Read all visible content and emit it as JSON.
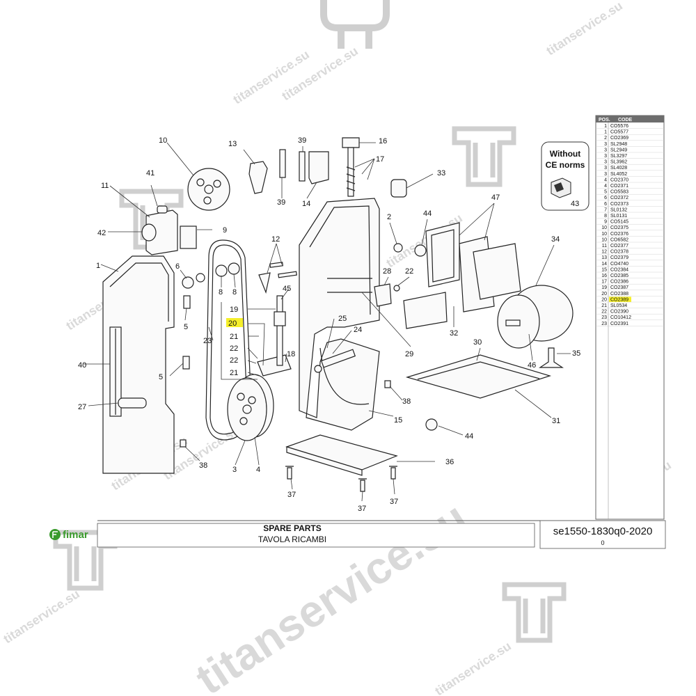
{
  "callouts": {
    "n1": "1",
    "n2": "2",
    "n3": "3",
    "n4": "4",
    "n5a": "5",
    "n5b": "5",
    "n6": "6",
    "n8a": "8",
    "n8b": "8",
    "n9": "9",
    "n10": "10",
    "n11": "11",
    "n12": "12",
    "n13": "13",
    "n14": "14",
    "n15": "15",
    "n16": "16",
    "n17": "17",
    "n18": "18",
    "n19": "19",
    "n20": "20",
    "n21a": "21",
    "n21b": "21",
    "n22a": "22",
    "n22b": "22",
    "n22c": "22",
    "n23": "23",
    "n24": "24",
    "n25": "25",
    "n27": "27",
    "n28": "28",
    "n29": "29",
    "n30": "30",
    "n31": "31",
    "n32": "32",
    "n33": "33",
    "n34": "34",
    "n35": "35",
    "n36": "36",
    "n37a": "37",
    "n37b": "37",
    "n37c": "37",
    "n38a": "38",
    "n38b": "38",
    "n39a": "39",
    "n39b": "39",
    "n40": "40",
    "n41": "41",
    "n42": "42",
    "n43": "43",
    "n44a": "44",
    "n44b": "44",
    "n45": "45",
    "n46": "46",
    "n47": "47"
  },
  "ce_box": {
    "line1": "Without",
    "line2": "CE norms",
    "num": "43"
  },
  "parts_table": {
    "header_pos": "POS.",
    "header_code": "CODE",
    "rows": [
      [
        "1",
        "CO5576"
      ],
      [
        "1",
        "CO5577"
      ],
      [
        "2",
        "CO2369"
      ],
      [
        "3",
        "SL2948"
      ],
      [
        "3",
        "SL2949"
      ],
      [
        "3",
        "SL3297"
      ],
      [
        "3",
        "SL3962"
      ],
      [
        "3",
        "SL4028"
      ],
      [
        "3",
        "SL4052"
      ],
      [
        "4",
        "CO2370"
      ],
      [
        "4",
        "CO2371"
      ],
      [
        "5",
        "CO5583"
      ],
      [
        "6",
        "CO2372"
      ],
      [
        "6",
        "CO2373"
      ],
      [
        "7",
        "SL0132"
      ],
      [
        "8",
        "SL0131"
      ],
      [
        "9",
        "CO5145"
      ],
      [
        "10",
        "CO2375"
      ],
      [
        "10",
        "CO2376"
      ],
      [
        "10",
        "CO6582"
      ],
      [
        "11",
        "CO2377"
      ],
      [
        "12",
        "CO2378"
      ],
      [
        "13",
        "CO2379"
      ],
      [
        "14",
        "CO4740"
      ],
      [
        "15",
        "CO2384"
      ],
      [
        "16",
        "CO2385"
      ],
      [
        "17",
        "CO2386"
      ],
      [
        "19",
        "CO2387"
      ],
      [
        "20",
        "CO2388"
      ],
      [
        "20",
        "CO2389"
      ],
      [
        "21",
        "SL0534"
      ],
      [
        "22",
        "CO2390"
      ],
      [
        "23",
        "CO10412"
      ],
      [
        "23",
        "CO2391"
      ]
    ],
    "highlight_row": 29
  },
  "footer": {
    "brand": "fimar",
    "title": "SPARE PARTS",
    "subtitle": "TAVOLA RICAMBI",
    "model": "se1550-1830q0-2020",
    "rev": "0"
  },
  "watermark": "titanservice.su",
  "colors": {
    "highlight": "#f5ef2a",
    "brand": "#3a9b2c",
    "table_head": "#6d6d6d",
    "line": "#222222"
  }
}
